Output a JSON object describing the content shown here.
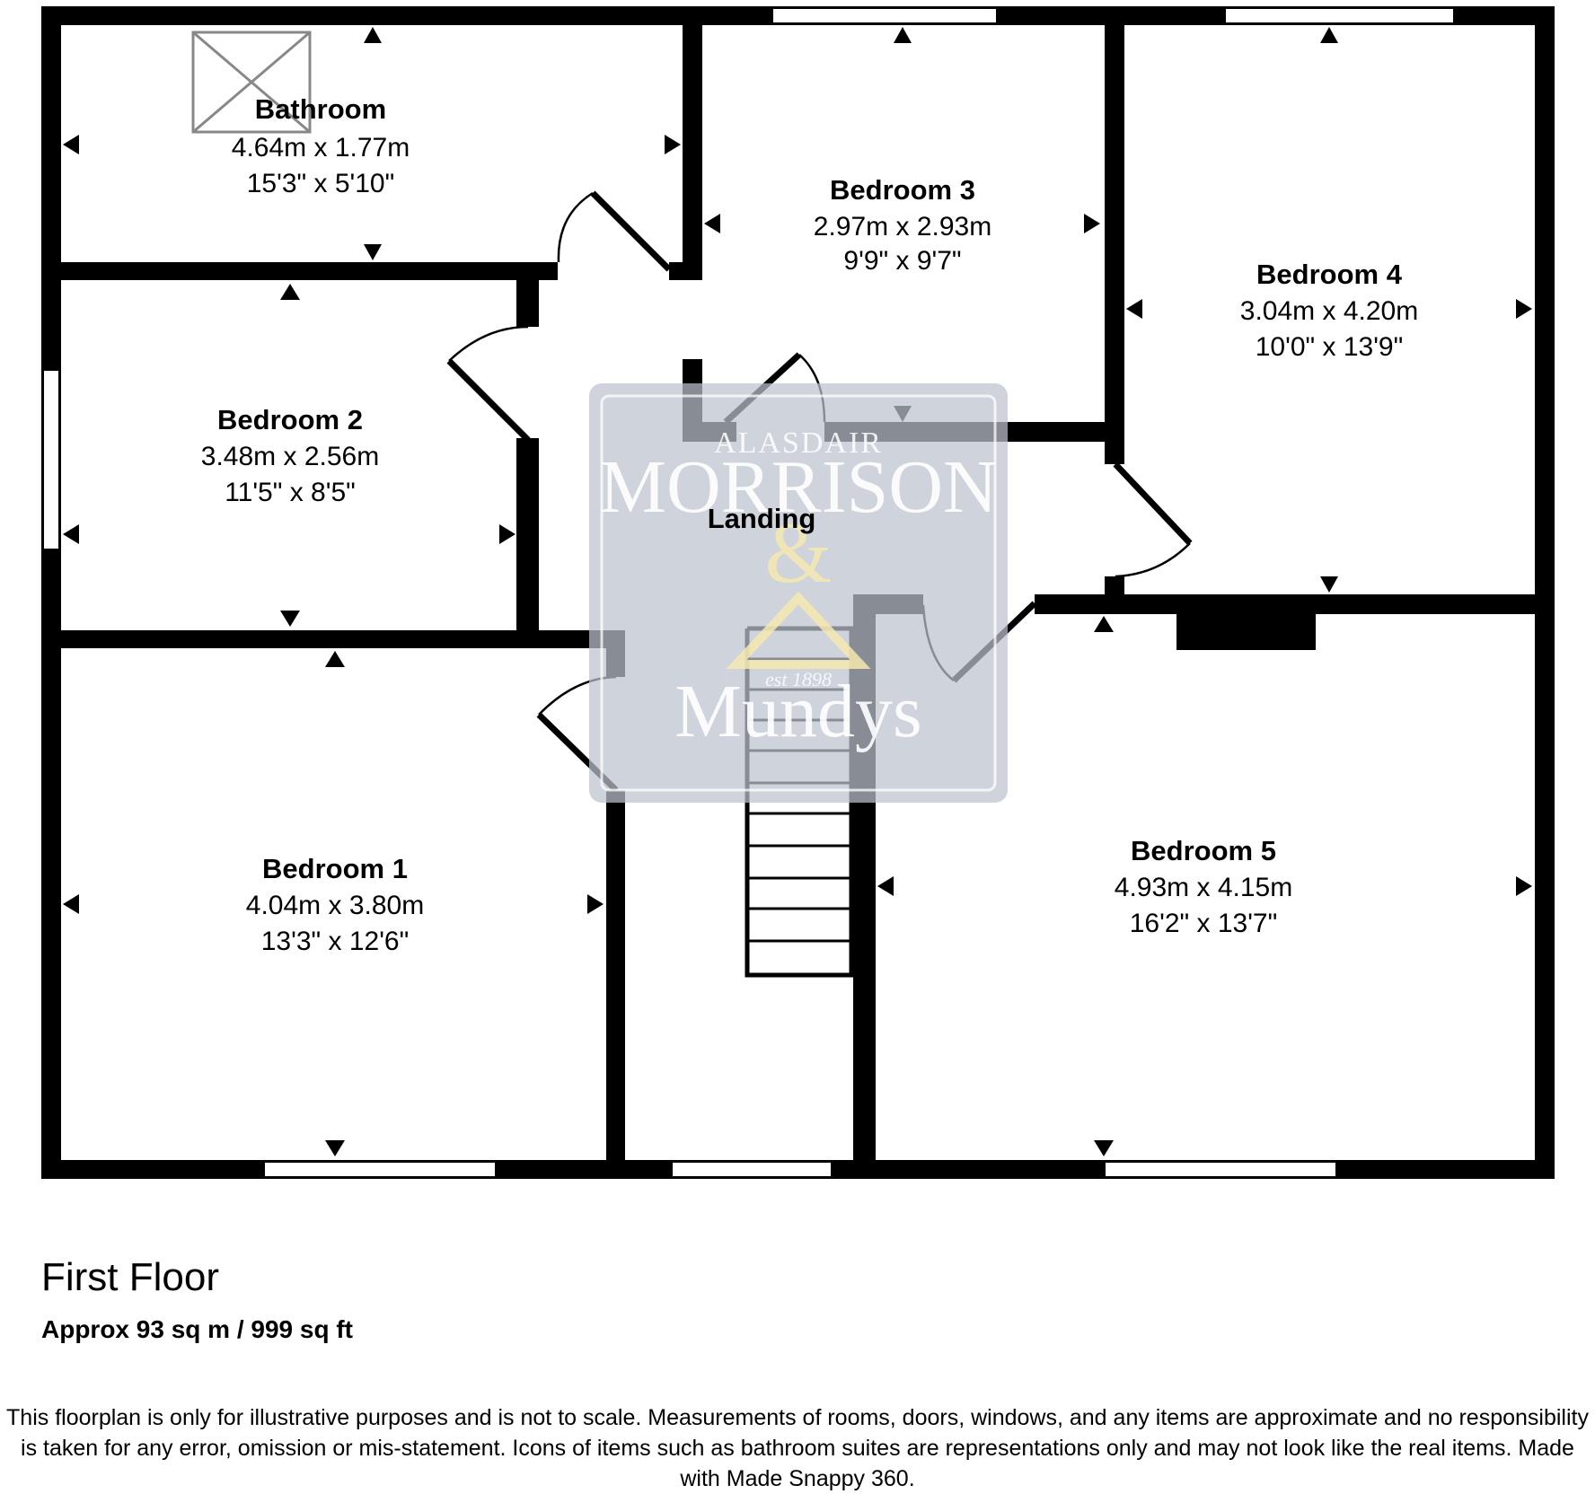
{
  "rooms": [
    {
      "name": "Bathroom",
      "metric": "4.64m x 1.77m",
      "imperial": "15'3\" x 5'10\""
    },
    {
      "name": "Bedroom 3",
      "metric": "2.97m x 2.93m",
      "imperial": "9'9\" x 9'7\""
    },
    {
      "name": "Bedroom 4",
      "metric": "3.04m x 4.20m",
      "imperial": "10'0\" x 13'9\""
    },
    {
      "name": "Bedroom 2",
      "metric": "3.48m x 2.56m",
      "imperial": "11'5\" x 8'5\""
    },
    {
      "name": "Landing"
    },
    {
      "name": "Bedroom 1",
      "metric": "4.04m x 3.80m",
      "imperial": "13'3\" x 12'6\""
    },
    {
      "name": "Bedroom 5",
      "metric": "4.93m x 4.15m",
      "imperial": "16'2\" x 13'7\""
    }
  ],
  "watermark": {
    "line1": "ALASDAIR",
    "line2": "MORRISON",
    "amp": "&",
    "est": "est 1898",
    "line3": "Mundys"
  },
  "floor": {
    "title": "First Floor",
    "area": "Approx 93 sq m / 999 sq ft"
  },
  "disclaimer": "This floorplan is only for illustrative purposes and is not to scale. Measurements of rooms, doors, windows, and any items are approximate and no responsibility is taken for any error, omission or mis-statement. Icons of items such as bathroom suites are representations only and may not look like the real items. Made with Made Snappy 360.",
  "colors": {
    "wall": "#000000",
    "watermark_panel": "#bcc3cf",
    "watermark_text": "#ffffff",
    "watermark_amp": "#f4e7b0"
  }
}
